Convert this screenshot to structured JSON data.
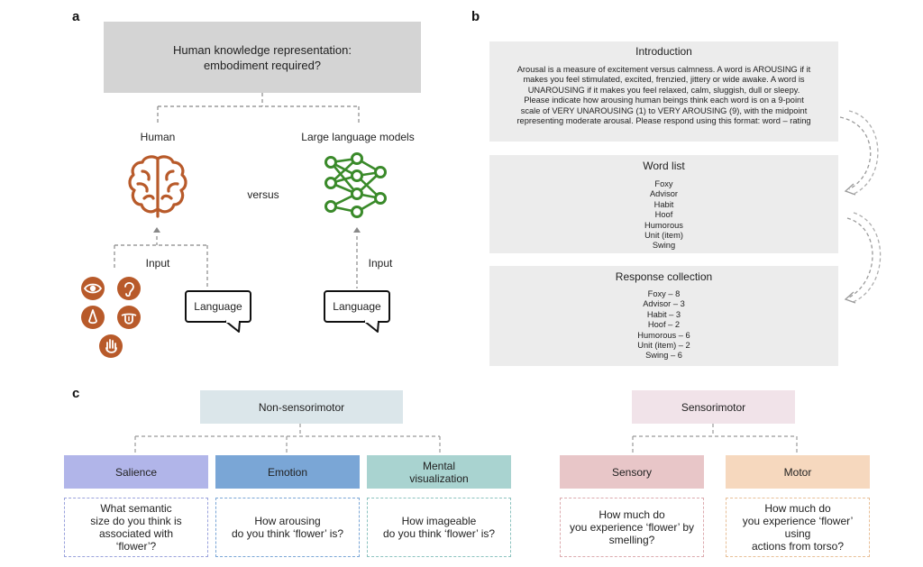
{
  "panel_a": {
    "letter": "a",
    "title_line1": "Human knowledge representation:",
    "title_line2": "embodiment required?",
    "human_label": "Human",
    "llm_label": "Large language models",
    "versus": "versus",
    "input_left": "Input",
    "input_right": "Input",
    "language_left": "Language",
    "language_right": "Language",
    "colors": {
      "brain": "#b85a2a",
      "network": "#3a8a2a",
      "title_box": "#d4d4d4"
    },
    "icons": [
      "brain-icon",
      "neural-network-icon",
      "eye-icon",
      "ear-icon",
      "nose-icon",
      "tongue-icon",
      "hand-icon",
      "speech-bubble-icon"
    ]
  },
  "panel_b": {
    "letter": "b",
    "intro": {
      "title": "Introduction",
      "lines": [
        "Arousal is a measure of excitement versus calmness. A word is AROUSING if it",
        "makes you feel stimulated, excited, frenzied, jittery or wide awake. A word is",
        "UNAROUSING if it makes you feel relaxed, calm, sluggish, dull or sleepy.",
        "Please indicate how arousing human beings think each word is on a 9-point",
        "scale of VERY UNAROUSING (1) to VERY AROUSING (9), with the midpoint",
        "representing moderate arousal. Please respond using this format: word – rating"
      ]
    },
    "word_list": {
      "title": "Word list",
      "words": [
        "Foxy",
        "Advisor",
        "Habit",
        "Hoof",
        "Humorous",
        "Unit (item)",
        "Swing"
      ]
    },
    "responses": {
      "title": "Response collection",
      "items": [
        "Foxy – 8",
        "Advisor – 3",
        "Habit – 3",
        "Hoof – 2",
        "Humorous – 6",
        "Unit (item) – 2",
        "Swing – 6"
      ]
    }
  },
  "panel_c": {
    "letter": "c",
    "non_sensorimotor": "Non-sensorimotor",
    "sensorimotor": "Sensorimotor",
    "categories": [
      {
        "label": "Salience",
        "question": [
          "What semantic",
          "size do you think is",
          "associated with",
          "‘flower’?"
        ],
        "color": "#b1b5e9",
        "border": "#9aa2dc"
      },
      {
        "label": "Emotion",
        "question": [
          "How arousing",
          "do you think ‘flower’ is?"
        ],
        "color": "#7aa6d6",
        "border": "#7aa6d6"
      },
      {
        "label": "Mental visualization",
        "label_lines": [
          "Mental",
          "visualization"
        ],
        "question": [
          "How imageable",
          "do you think ‘flower’ is?"
        ],
        "color": "#a9d3d0",
        "border": "#8cc3bf"
      },
      {
        "label": "Sensory",
        "question": [
          "How much do",
          "you experience ‘flower’ by",
          "smelling?"
        ],
        "color": "#e8c6c8",
        "border": "#dcaaae"
      },
      {
        "label": "Motor",
        "question": [
          "How much do",
          "you experience ‘flower’ using",
          "actions from torso?"
        ],
        "color": "#f6d8be",
        "border": "#e8bf97"
      }
    ],
    "colors": {
      "non_sensorimotor_box": "#dbe6ea",
      "sensorimotor_box": "#f1e3e9"
    }
  }
}
